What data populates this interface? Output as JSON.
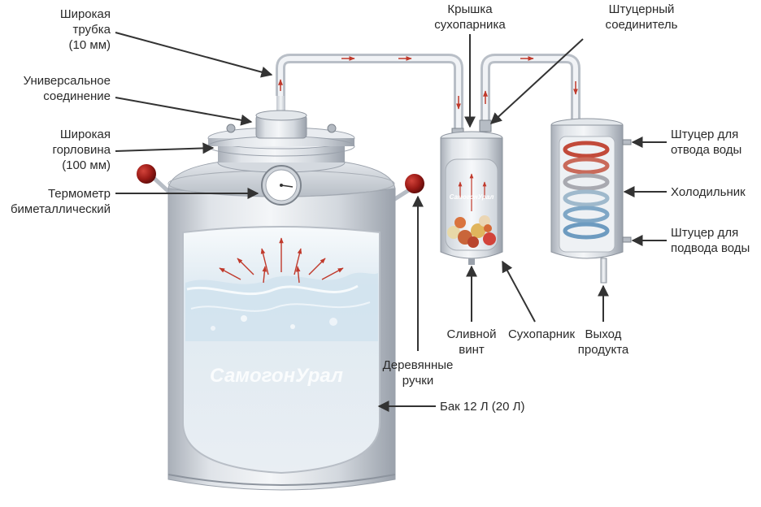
{
  "labels": {
    "wide_tube": [
      "Широкая",
      "трубка",
      "(10 мм)"
    ],
    "universal_joint": [
      "Универсальное",
      "соединение"
    ],
    "wide_neck": [
      "Широкая",
      "горловина",
      "(100 мм)"
    ],
    "thermometer": [
      "Термометр",
      "биметаллический"
    ],
    "dryer_lid": [
      "Крышка",
      "сухопарника"
    ],
    "fitting_connector": [
      "Штуцерный",
      "соединитель"
    ],
    "water_out_fitting": [
      "Штуцер для",
      "отвода воды"
    ],
    "cooler": [
      "Холодильник"
    ],
    "water_in_fitting": [
      "Штуцер для",
      "подвода воды"
    ],
    "drain_screw": [
      "Сливной",
      "винт"
    ],
    "dryer": [
      "Сухопарник"
    ],
    "product_outlet": [
      "Выход",
      "продукта"
    ],
    "wooden_handles": [
      "Деревянные",
      "ручки"
    ],
    "tank": [
      "Бак 12 Л (20 Л)"
    ]
  },
  "brand": {
    "watermark": "СамогонУрал",
    "small_watermark": "СамогонУрал"
  },
  "colors": {
    "steel_light": "#eef0f3",
    "steel_mid": "#c6cbd2",
    "steel_dark": "#8d949e",
    "handle": "#9a1a16",
    "flow_arrow": "#c0392b",
    "leader": "#333333",
    "water": "#cfe1ee"
  }
}
